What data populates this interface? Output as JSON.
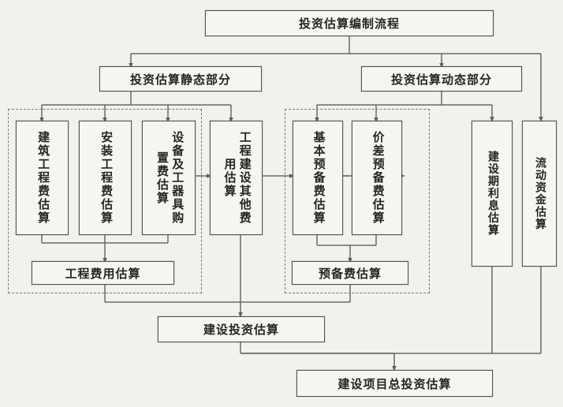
{
  "diagram": {
    "type": "flowchart",
    "title_node": {
      "label": "投资估算编制流程"
    },
    "level2": [
      {
        "id": "static",
        "label": "投资估算静态部分"
      },
      {
        "id": "dynamic",
        "label": "投资估算动态部分"
      }
    ],
    "level3": [
      {
        "id": "construction-cost",
        "label": "建筑工程费估算"
      },
      {
        "id": "installation-cost",
        "label": "安装工程费估算"
      },
      {
        "id": "equipment-cost",
        "label": "设备及工器具购置费估算"
      },
      {
        "id": "other-cost",
        "label": "工程建设其他费用估算"
      },
      {
        "id": "basic-reserve",
        "label": "基本预备费估算"
      },
      {
        "id": "price-reserve",
        "label": "价差预备费估算"
      },
      {
        "id": "construction-interest",
        "label": "建设期利息估算"
      },
      {
        "id": "working-capital",
        "label": "流动资金估算"
      }
    ],
    "level4": [
      {
        "id": "engineering-total",
        "label": "工程费用估算"
      },
      {
        "id": "reserve-total",
        "label": "预备费估算"
      }
    ],
    "level5": {
      "id": "construction-investment",
      "label": "建设投资估算"
    },
    "level6": {
      "id": "project-total-investment",
      "label": "建设项目总投资估算"
    },
    "groups": [
      {
        "id": "static-group",
        "style": "dashed"
      },
      {
        "id": "reserve-group",
        "style": "dashed"
      }
    ],
    "colors": {
      "box_border": "#55544f",
      "box_fill": "#f6f5f1",
      "line": "#6b6a65",
      "dashed_border": "#7a7974",
      "page_bg": "#f2f1ed",
      "text": "#26251f"
    }
  }
}
